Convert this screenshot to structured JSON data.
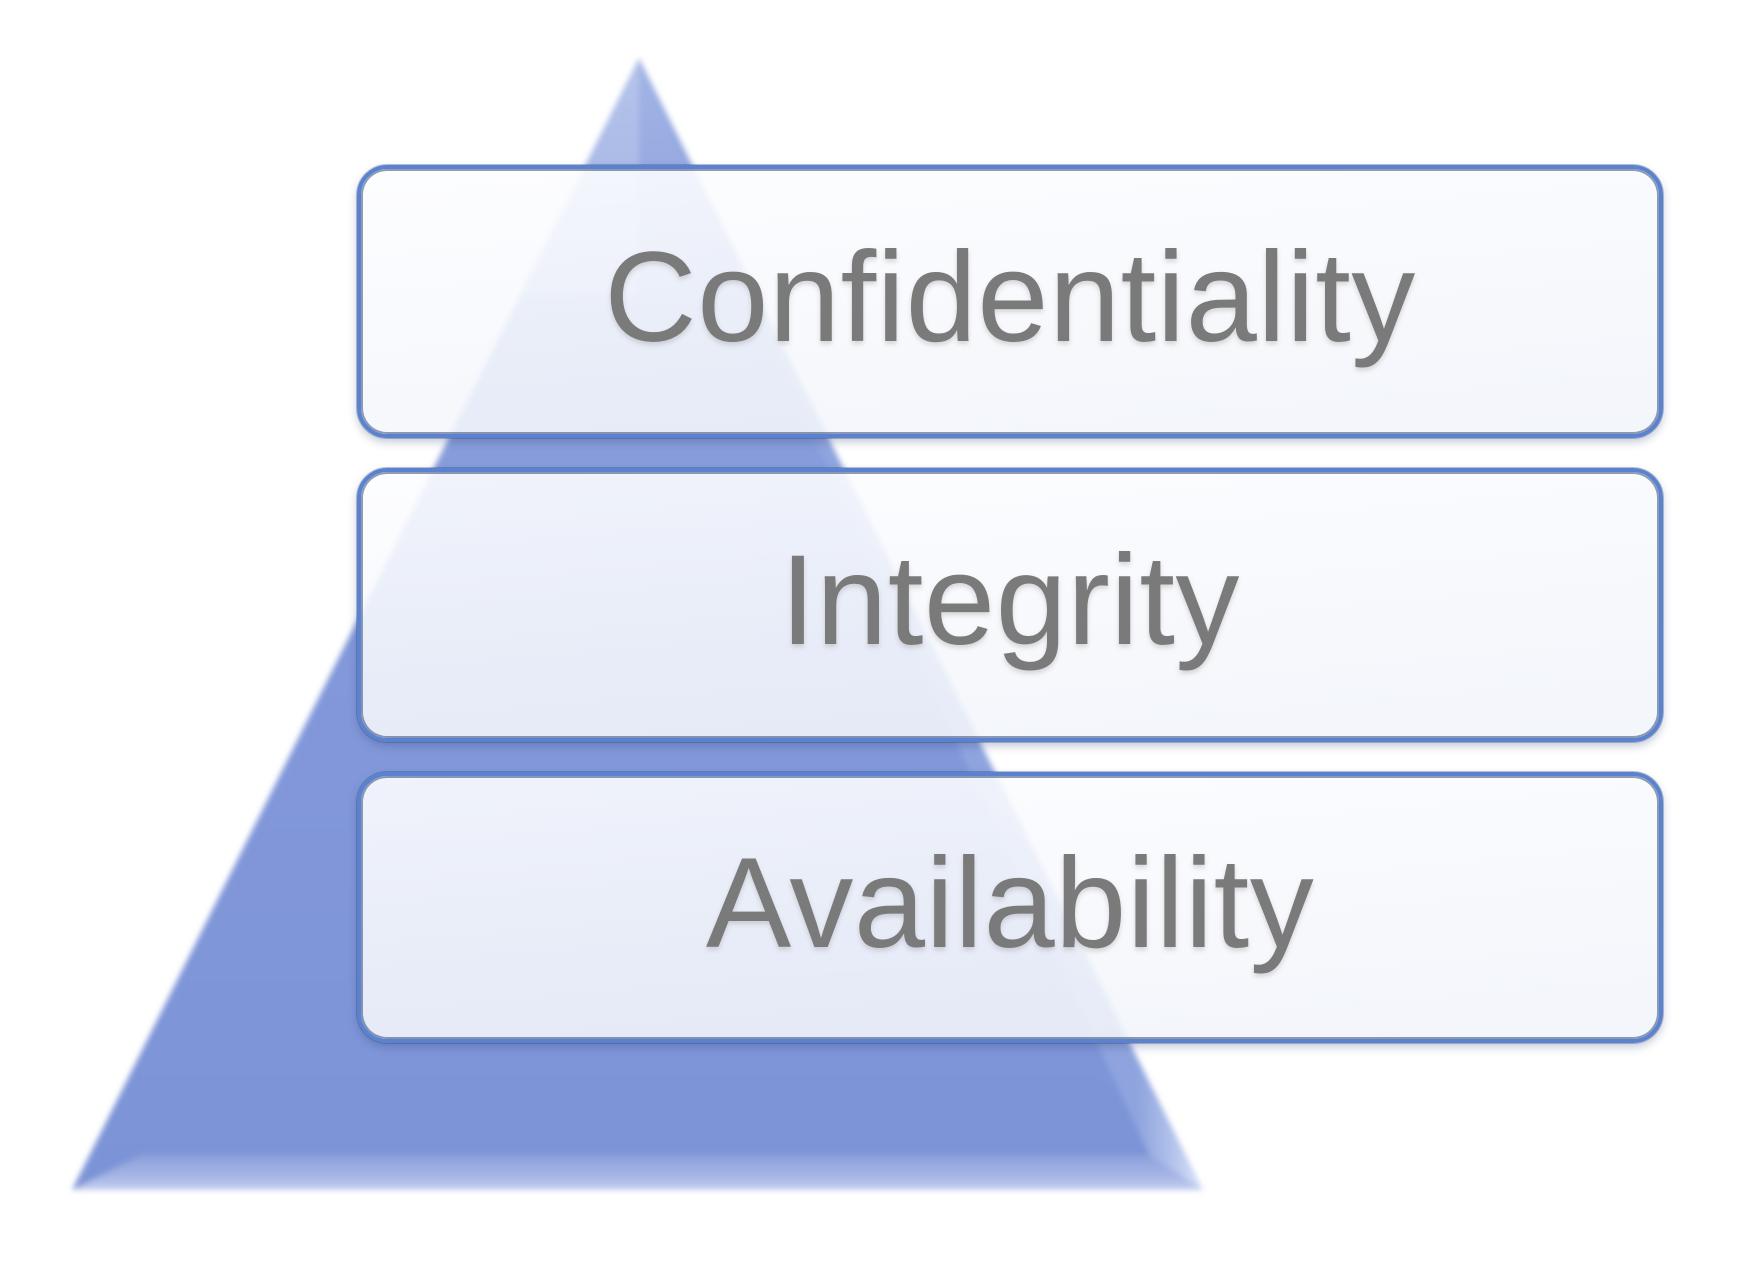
{
  "diagram": {
    "kind": "pyramid-list",
    "tiers": [
      {
        "label": "Confidentiality"
      },
      {
        "label": "Integrity"
      },
      {
        "label": "Availability"
      }
    ],
    "colors": {
      "background": "#FFFFFF",
      "pyramid_face": "#8298DA",
      "pyramid_face_top": "#A3B5E6",
      "pyramid_bevel_light": "#D9E1F7",
      "tier_border_blue": "#5B82CF",
      "tier_border_navy": "#24386E",
      "tier_fill": "#F7F8FC",
      "label_text": "#7A7A7A"
    }
  }
}
